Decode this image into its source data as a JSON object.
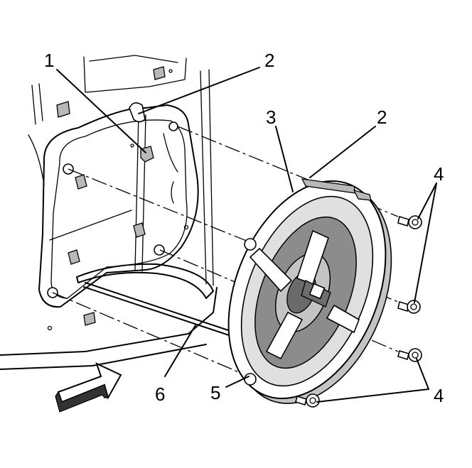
{
  "diagram": {
    "callouts": [
      {
        "id": "c1",
        "text": "1"
      },
      {
        "id": "c2a",
        "text": "2"
      },
      {
        "id": "c2b",
        "text": "2"
      },
      {
        "id": "c3",
        "text": "3"
      },
      {
        "id": "c4a",
        "text": "4"
      },
      {
        "id": "c4b",
        "text": "4"
      },
      {
        "id": "c5",
        "text": "5"
      },
      {
        "id": "c6",
        "text": "6"
      }
    ]
  }
}
